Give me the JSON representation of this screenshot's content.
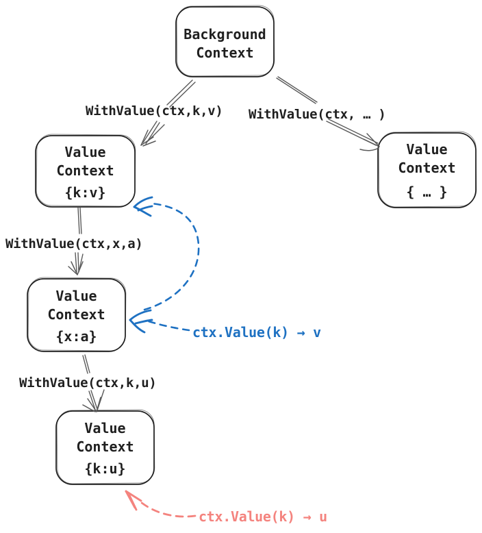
{
  "colors": {
    "ink": "#1f1f1f",
    "arrow": "#5a5a5a",
    "blue": "#1e71c2",
    "salmon": "#f4837e",
    "bg": "#ffffff"
  },
  "nodes": [
    {
      "id": "background-context",
      "line1": "Background",
      "line2": "Context",
      "kv": ""
    },
    {
      "id": "value-context-kv",
      "line1": "Value",
      "line2": "Context",
      "kv": "{k:v}"
    },
    {
      "id": "value-context-dots",
      "line1": "Value",
      "line2": "Context",
      "kv": "{ … }"
    },
    {
      "id": "value-context-xa",
      "line1": "Value",
      "line2": "Context",
      "kv": "{x:a}"
    },
    {
      "id": "value-context-ku",
      "line1": "Value",
      "line2": "Context",
      "kv": "{k:u}"
    }
  ],
  "edges": [
    {
      "label": "WithValue(ctx,k,v)"
    },
    {
      "label": "WithValue(ctx, … )"
    },
    {
      "label": "WithValue(ctx,x,a)"
    },
    {
      "label": "WithValue(ctx,k,u)"
    }
  ],
  "queries": [
    {
      "label": "ctx.Value(k) → v",
      "color": "#1e71c2"
    },
    {
      "label": "ctx.Value(k) → u",
      "color": "#f4837e"
    }
  ]
}
